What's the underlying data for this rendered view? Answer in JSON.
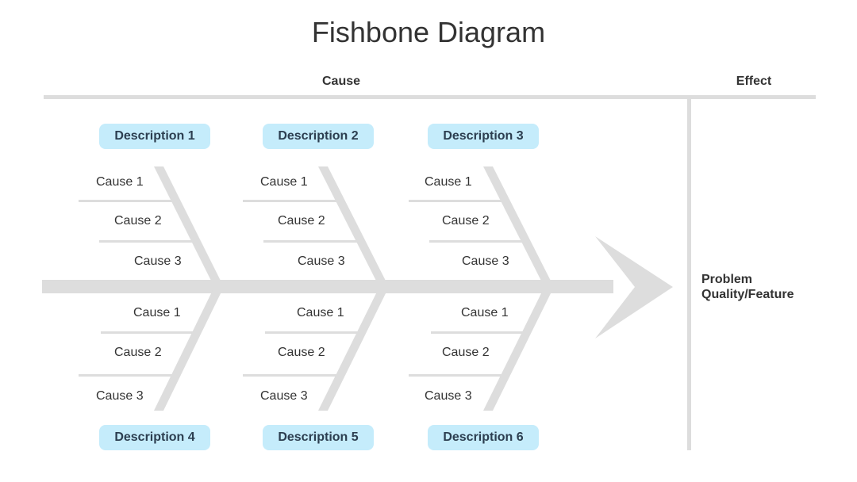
{
  "title": "Fishbone Diagram",
  "header": {
    "cause": "Cause",
    "effect": "Effect"
  },
  "effect": {
    "line1": "Problem",
    "line2": "Quality/Feature"
  },
  "descriptions": [
    "Description 1",
    "Description 2",
    "Description 3",
    "Description 4",
    "Description 5",
    "Description 6"
  ],
  "causes": {
    "top": [
      "Cause 1",
      "Cause 2",
      "Cause 3"
    ],
    "bottom": [
      "Cause 1",
      "Cause 2",
      "Cause 3"
    ]
  },
  "colors": {
    "bone": "#dddddd",
    "pill": "#c5ecfb",
    "text": "#333333"
  }
}
